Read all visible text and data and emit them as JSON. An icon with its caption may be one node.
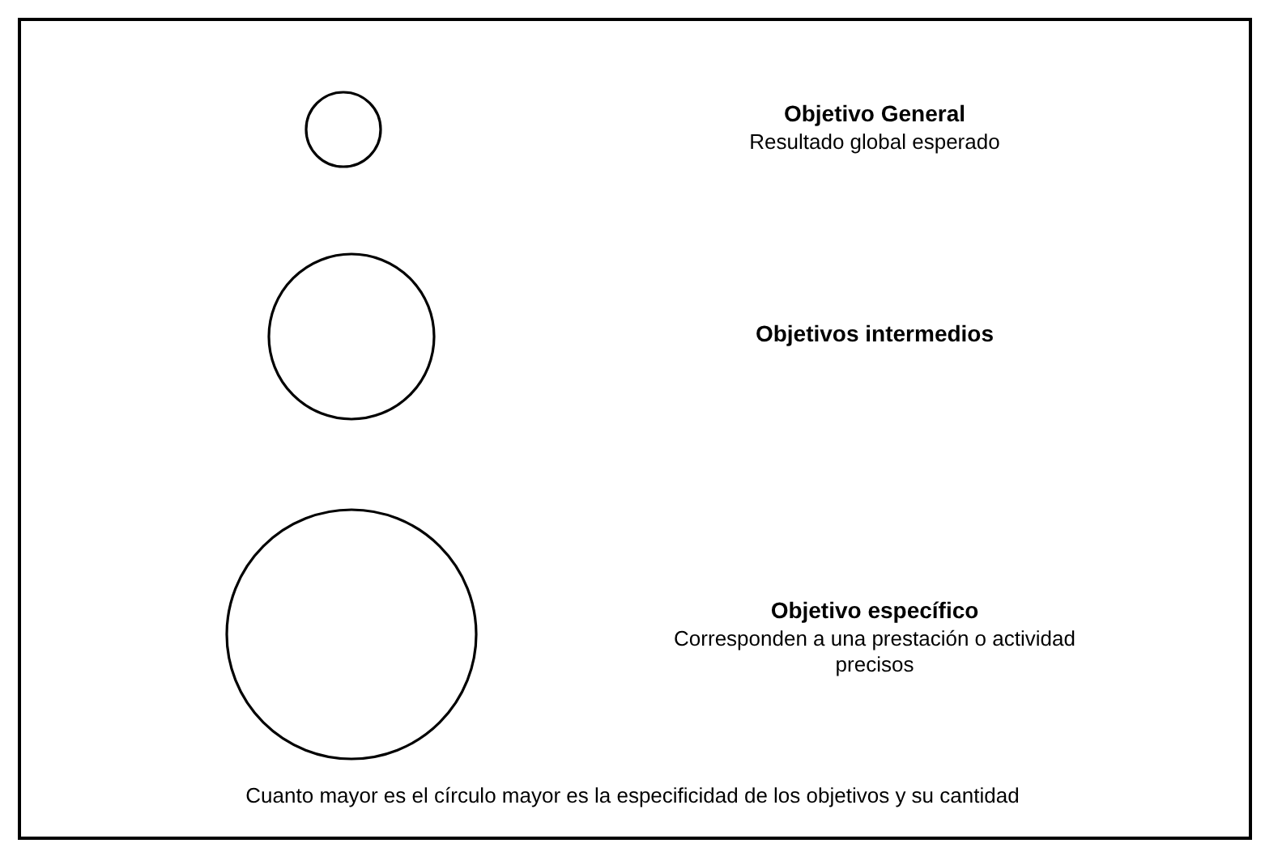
{
  "diagram": {
    "caption": "Cuanto mayor es el círculo mayor es la especificidad de los objetivos y su cantidad",
    "nodes": [
      {
        "text": [],
        "shape": "circle"
      },
      {
        "text": [],
        "shape": "circle"
      },
      {
        "text": [],
        "shape": "circle"
      }
    ],
    "labels": [
      "Objetivo General",
      "Resultado global esperado",
      "Objetivos intermedios",
      "Objetivo específico",
      "Corresponden a una prestación o actividad precisos"
    ]
  }
}
